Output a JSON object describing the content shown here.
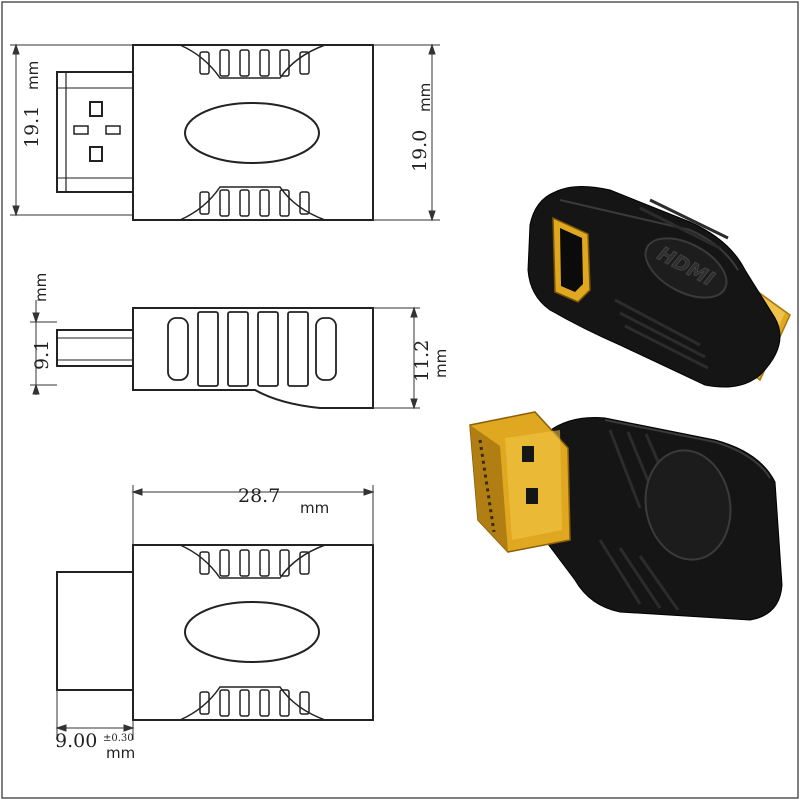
{
  "drawing": {
    "top_view": {
      "dim_left_value": "19.1",
      "dim_left_unit": "mm",
      "dim_right_value": "19.0",
      "dim_right_unit": "mm"
    },
    "side_view": {
      "dim_left_value": "9.1",
      "dim_left_unit": "mm",
      "dim_right_value": "11.2",
      "dim_right_unit": "mm"
    },
    "bottom_view": {
      "dim_width_value": "28.7",
      "dim_width_unit": "mm",
      "dim_plug_value": "9.00",
      "dim_plug_tolerance": "±0.30",
      "dim_plug_unit": "mm"
    }
  },
  "photo": {
    "logo_text": "HDMI",
    "colors": {
      "body": "#151515",
      "gold": "#e0a820",
      "gold_dark": "#a8770f",
      "outline": "#222222"
    }
  }
}
